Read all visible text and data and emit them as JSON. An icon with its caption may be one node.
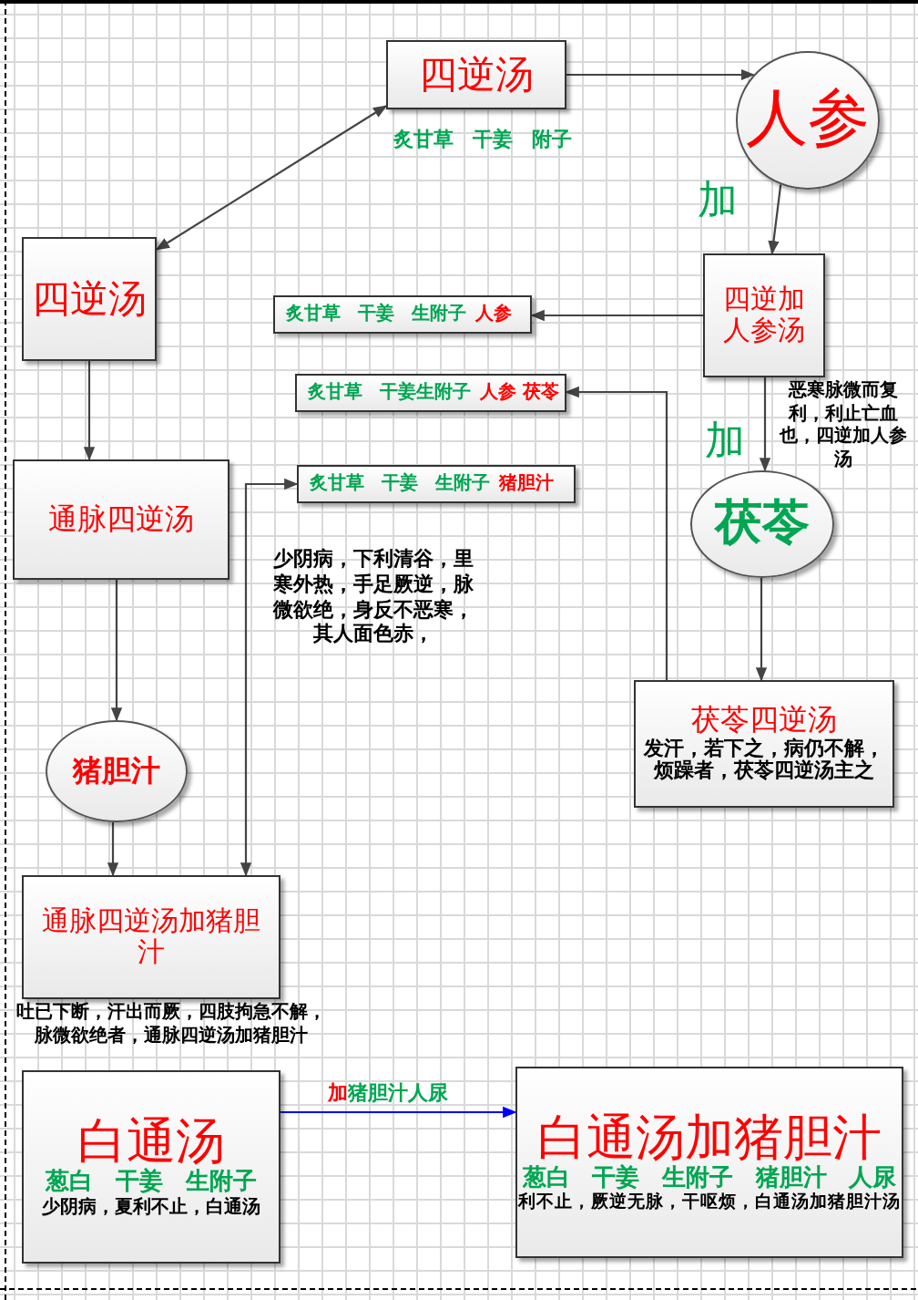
{
  "diagram": {
    "nodes": [
      {
        "text": [
          "四逆汤"
        ],
        "beside": [
          "炙甘草 干姜 附子"
        ]
      },
      {
        "text": [
          "人参"
        ]
      },
      {
        "text": [
          "四逆汤"
        ]
      },
      {
        "text": [
          "四逆加人参汤"
        ],
        "beside": [
          "恶寒脉微而复利，利止亡血也，四逆加人参汤"
        ]
      },
      {
        "text": [
          "炙甘草 干姜 生附子",
          "人参"
        ]
      },
      {
        "text": [
          "炙甘草 干姜生附子",
          "人参 茯苓"
        ]
      },
      {
        "text": [
          "炙甘草 干姜 生附子",
          "猪胆汁"
        ]
      },
      {
        "text": [
          "茯苓"
        ]
      },
      {
        "text": [
          "通脉四逆汤"
        ],
        "beside": [
          "少阴病，下利清谷，里寒外热，手足厥逆，脉微欲绝，身反不恶寒，其人面色赤，"
        ]
      },
      {
        "text": [
          "猪胆汁"
        ]
      },
      {
        "text": [
          "茯苓四逆汤",
          "发汗，若下之，病仍不解，烦躁者，茯苓四逆汤主之"
        ]
      },
      {
        "text": [
          "通脉四逆汤加猪胆汁"
        ],
        "beside": [
          "吐已下断，汗出而厥，四肢拘急不解，脉微欲绝者，通脉四逆汤加猪胆汁"
        ]
      },
      {
        "text": [
          "白通汤",
          "葱白 干姜 生附子",
          "少阴病，夏利不止，白通汤"
        ]
      },
      {
        "text": [
          "白通汤加猪胆汁",
          "葱白 干姜 生附子 猪胆汁 人尿",
          "利不止，厥逆无脉，干呕烦，白通汤加猪胆汁汤"
        ]
      }
    ],
    "edges": [
      {
        "from": 0,
        "to": 2,
        "arrow": "both"
      },
      {
        "from": 0,
        "to": 1,
        "arrow": "to"
      },
      {
        "from": 1,
        "to": 3,
        "arrow": "to",
        "label": "加"
      },
      {
        "from": 3,
        "to": 4,
        "arrow": "to"
      },
      {
        "from": 10,
        "to": 5,
        "arrow": "to"
      },
      {
        "from": 3,
        "to": 7,
        "arrow": "to",
        "label": "加"
      },
      {
        "from": 7,
        "to": 10,
        "arrow": "to"
      },
      {
        "from": 2,
        "to": 8,
        "arrow": "to"
      },
      {
        "from": 8,
        "to": 9,
        "arrow": "to"
      },
      {
        "from": 9,
        "to": 11,
        "arrow": "to"
      },
      {
        "from": 11,
        "to": 6,
        "arrow": "both"
      },
      {
        "from": 12,
        "to": 13,
        "arrow": "to",
        "label": "加猪胆汁人尿",
        "color": "#0000ff"
      }
    ]
  }
}
